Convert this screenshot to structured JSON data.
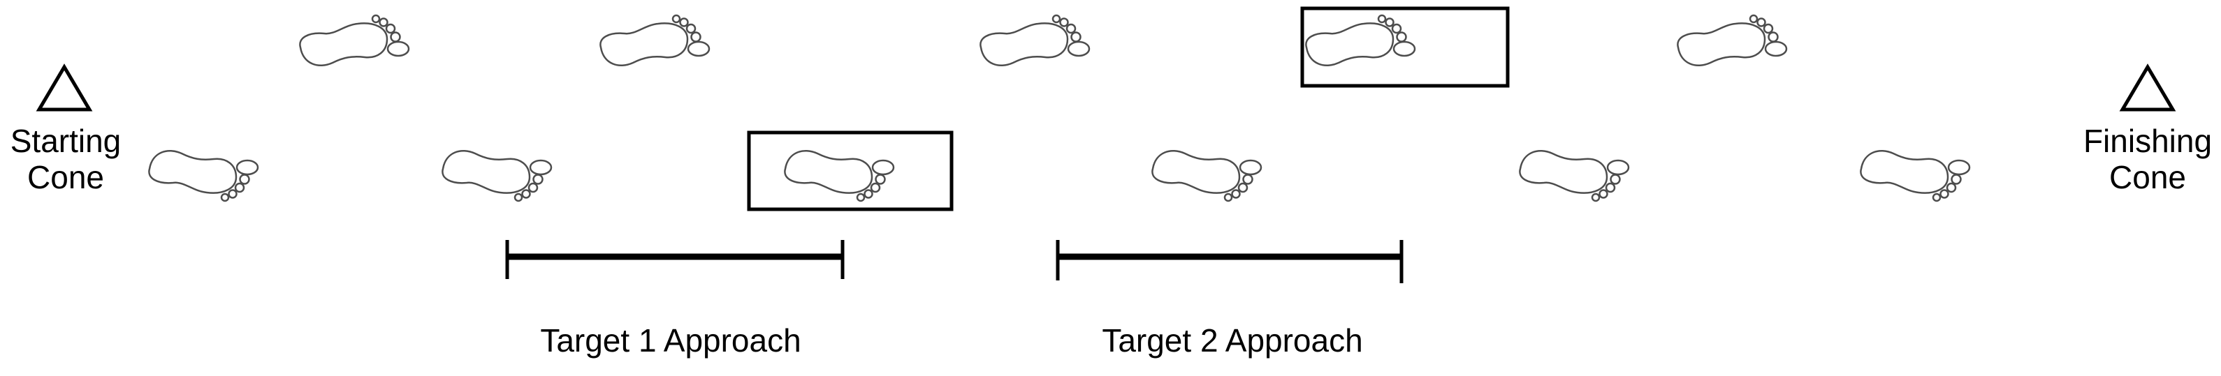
{
  "cones": {
    "start_line1": "Starting",
    "start_line2": "Cone",
    "finish_line1": "Finishing",
    "finish_line2": "Cone"
  },
  "approaches": {
    "target1": "Target 1 Approach",
    "target2": "Target 2 Approach"
  },
  "footprints": {
    "top_row_count": 5,
    "bottom_row_count": 6
  },
  "colors": {
    "ink": "#000000",
    "footprint_stroke": "#4d4d4d",
    "background": "#ffffff"
  }
}
